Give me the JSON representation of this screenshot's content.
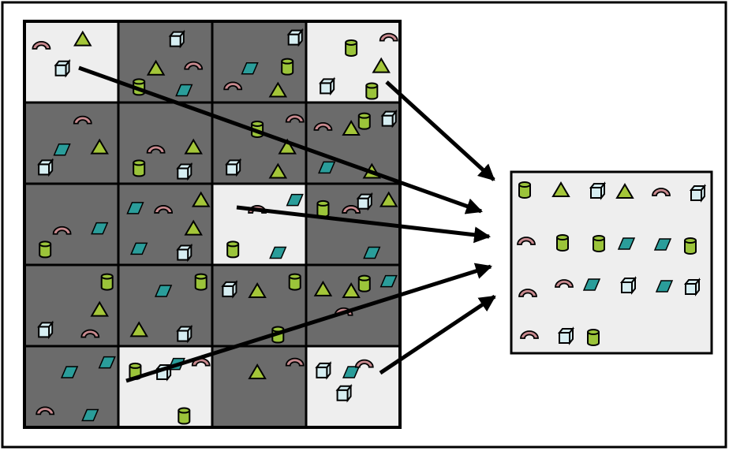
{
  "diagram": {
    "colors": {
      "frame": "#000000",
      "background": "#ffffff",
      "cell_light": "#eeeeee",
      "cell_dark": "#6b6b6b",
      "triangle": "#a4c639",
      "cylinder": "#9bc43a",
      "cube": "#d6eef2",
      "parallelogram": "#2a9d9a",
      "arch": "#c98a8f",
      "arrow": "#000000"
    },
    "grid": {
      "rows": 5,
      "cols": 4,
      "cells": [
        {
          "row": 0,
          "col": 0,
          "tone": "light",
          "shapes": [
            "arch",
            "triangle",
            "cube"
          ]
        },
        {
          "row": 0,
          "col": 1,
          "tone": "dark",
          "shapes": [
            "cube",
            "triangle",
            "arch",
            "cylinder",
            "parallelogram"
          ]
        },
        {
          "row": 0,
          "col": 2,
          "tone": "dark",
          "shapes": [
            "parallelogram",
            "cylinder",
            "arch",
            "triangle",
            "cube"
          ]
        },
        {
          "row": 0,
          "col": 3,
          "tone": "light",
          "shapes": [
            "triangle",
            "cube",
            "cylinder",
            "arch",
            "cylinder"
          ]
        },
        {
          "row": 1,
          "col": 0,
          "tone": "dark",
          "shapes": [
            "arch",
            "parallelogram",
            "triangle",
            "cube"
          ]
        },
        {
          "row": 1,
          "col": 1,
          "tone": "dark",
          "shapes": [
            "arch",
            "triangle",
            "cylinder",
            "cube"
          ]
        },
        {
          "row": 1,
          "col": 2,
          "tone": "dark",
          "shapes": [
            "triangle",
            "cube",
            "triangle",
            "arch",
            "cylinder"
          ]
        },
        {
          "row": 1,
          "col": 3,
          "tone": "dark",
          "shapes": [
            "parallelogram",
            "triangle",
            "cube",
            "triangle",
            "arch",
            "cylinder"
          ]
        },
        {
          "row": 2,
          "col": 0,
          "tone": "dark",
          "shapes": [
            "arch",
            "parallelogram",
            "cylinder"
          ]
        },
        {
          "row": 2,
          "col": 1,
          "tone": "dark",
          "shapes": [
            "triangle",
            "parallelogram",
            "cube",
            "triangle",
            "arch",
            "parallelogram"
          ]
        },
        {
          "row": 2,
          "col": 2,
          "tone": "light",
          "shapes": [
            "cylinder",
            "parallelogram",
            "parallelogram",
            "arch"
          ]
        },
        {
          "row": 2,
          "col": 3,
          "tone": "dark",
          "shapes": [
            "parallelogram",
            "triangle",
            "arch",
            "cylinder",
            "cube"
          ]
        },
        {
          "row": 3,
          "col": 0,
          "tone": "dark",
          "shapes": [
            "triangle",
            "cube",
            "arch",
            "cylinder"
          ]
        },
        {
          "row": 3,
          "col": 1,
          "tone": "dark",
          "shapes": [
            "triangle",
            "cube",
            "cylinder",
            "parallelogram"
          ]
        },
        {
          "row": 3,
          "col": 2,
          "tone": "dark",
          "shapes": [
            "cylinder",
            "cylinder",
            "triangle",
            "cube"
          ]
        },
        {
          "row": 3,
          "col": 3,
          "tone": "dark",
          "shapes": [
            "parallelogram",
            "triangle",
            "triangle",
            "cylinder",
            "arch"
          ]
        },
        {
          "row": 4,
          "col": 0,
          "tone": "dark",
          "shapes": [
            "arch",
            "parallelogram",
            "parallelogram",
            "parallelogram"
          ]
        },
        {
          "row": 4,
          "col": 1,
          "tone": "light",
          "shapes": [
            "cylinder",
            "arch",
            "cube",
            "cylinder",
            "parallelogram"
          ]
        },
        {
          "row": 4,
          "col": 2,
          "tone": "dark",
          "shapes": [
            "arch",
            "triangle"
          ]
        },
        {
          "row": 4,
          "col": 3,
          "tone": "light",
          "shapes": [
            "parallelogram",
            "cube",
            "arch",
            "cube"
          ]
        }
      ]
    },
    "sample_box": {
      "tone": "light",
      "shapes": [
        "cylinder",
        "triangle",
        "cube",
        "triangle",
        "arch",
        "cube",
        "arch",
        "cylinder",
        "cylinder",
        "parallelogram",
        "parallelogram",
        "cylinder",
        "arch",
        "arch",
        "parallelogram",
        "cube",
        "parallelogram",
        "cube",
        "arch",
        "cube",
        "cylinder"
      ]
    },
    "arrows": [
      {
        "from": "cell-0-0",
        "to": "sample-box"
      },
      {
        "from": "cell-0-3",
        "to": "sample-box"
      },
      {
        "from": "cell-2-2",
        "to": "sample-box"
      },
      {
        "from": "cell-4-1",
        "to": "sample-box"
      },
      {
        "from": "cell-4-3",
        "to": "sample-box"
      }
    ]
  }
}
